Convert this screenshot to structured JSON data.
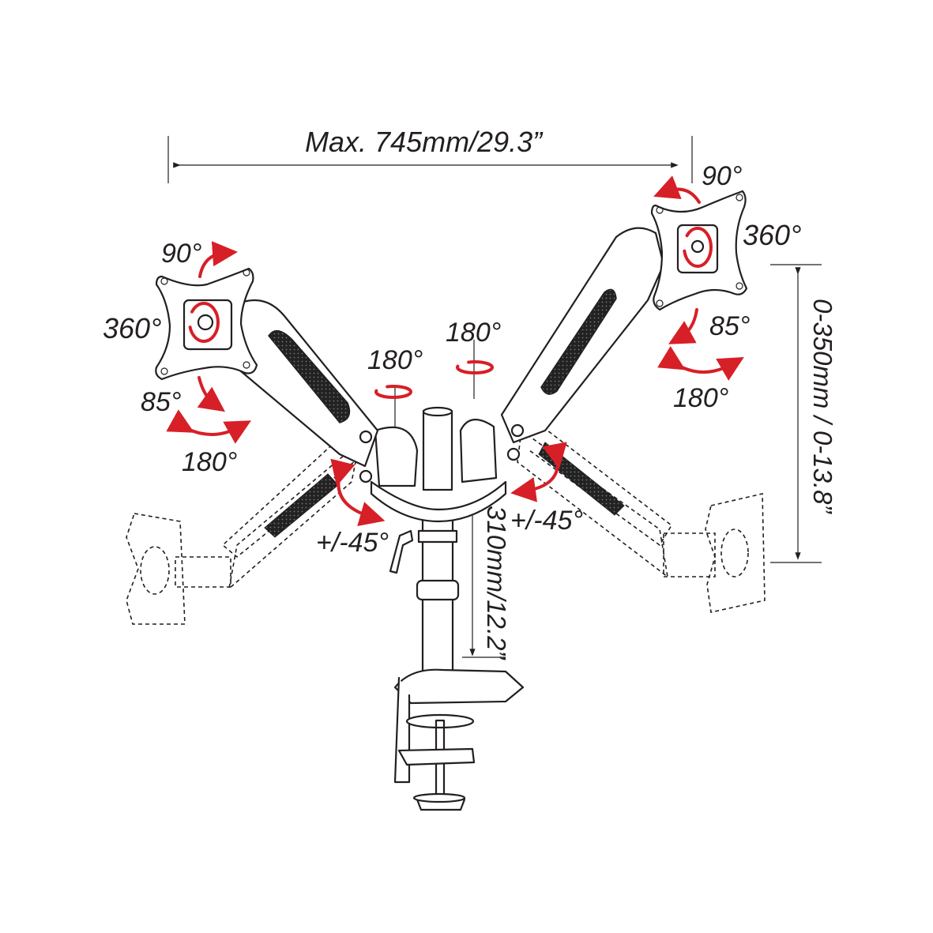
{
  "labels": {
    "max_span": "Max. 745mm/29.3”",
    "left_tilt_90": "90°",
    "left_rotate_360": "360°",
    "left_tilt_85": "85°",
    "left_swivel_180": "180°",
    "center_left_180": "180°",
    "center_right_180": "180°",
    "right_tilt_90": "90°",
    "right_rotate_360": "360°",
    "right_tilt_85": "85°",
    "right_swivel_180": "180°",
    "left_arm_45": "+/-45°",
    "right_arm_45": "+/-45°",
    "pole_height": "310mm/12.2”",
    "height_range": "0-350mm / 0-13.8”"
  },
  "colors": {
    "line": "#231f20",
    "accent": "#d71f27"
  }
}
